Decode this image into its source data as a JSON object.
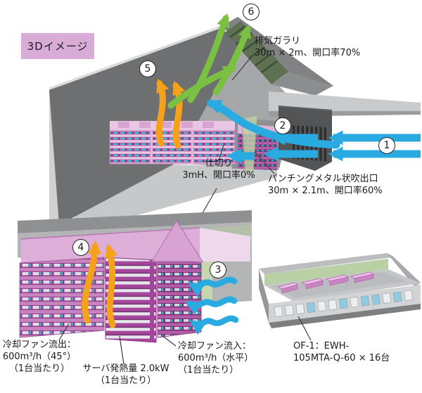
{
  "badge": "3Dイメージ",
  "markers": [
    "1",
    "2",
    "3",
    "4",
    "5",
    "6"
  ],
  "labels": {
    "exhaust": {
      "l1": "排気ガラリ",
      "l2": "30m × 2m、開口率70%"
    },
    "partition": {
      "l1": "仕切り",
      "l2": "3mH、開口率0%"
    },
    "punching": {
      "l1": "パンチングメタル状吹出口",
      "l2": "30m × 2.1m、開口率60%"
    },
    "fan_out": {
      "l1": "冷却ファン流出：",
      "l2": "600m³/h（45°）",
      "l3": "（1台当たり）"
    },
    "server_heat": {
      "l1": "サーバ発熱量 2.0kW",
      "l2": "（1台当たり）"
    },
    "fan_in": {
      "l1": "冷却ファン流入：",
      "l2": "600m³/h（水平）",
      "l3": "（1台当たり）"
    },
    "unit": {
      "l1": "OF-1：EWH-",
      "l2": "105MTA-Q-60 × 16台"
    }
  },
  "colors": {
    "badge_bg": "#d9abd7",
    "arrow_blue": "#29aae1",
    "arrow_orange": "#f5a11c",
    "arrow_green": "#7ac143",
    "rack_pink": "#c873bd",
    "rack_teal": "#3fb4c6",
    "building_gray": "#6e6f71",
    "louver_green": "#5e7153"
  }
}
